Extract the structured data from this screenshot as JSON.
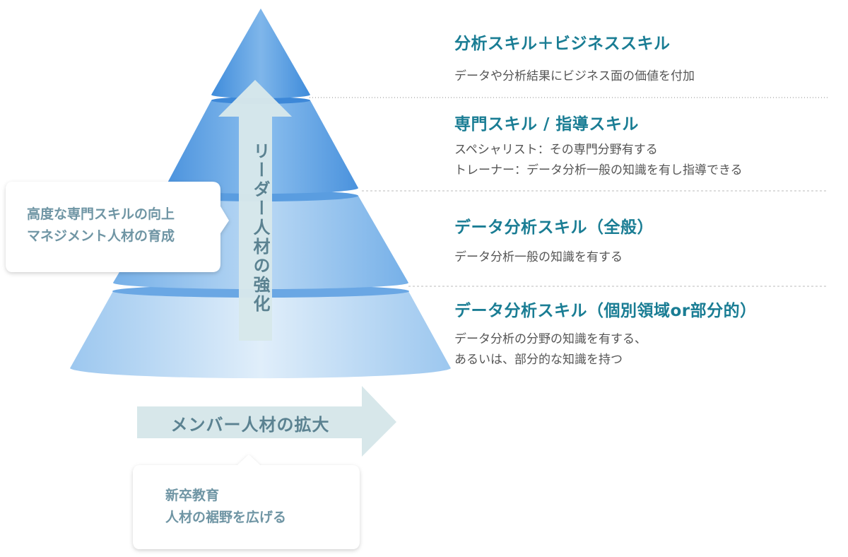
{
  "levels": [
    {
      "title": "分析スキル＋ビジネススキル",
      "desc": [
        "データや分析結果にビジネス面の価値を付加"
      ]
    },
    {
      "title": "専門スキル / 指導スキル",
      "desc": [
        "スペシャリスト：その専門分野有する",
        "トレーナー：データ分析一般の知識を有し指導できる"
      ]
    },
    {
      "title": "データ分析スキル（全般）",
      "desc": [
        "データ分析一般の知識を有する"
      ]
    },
    {
      "title": "データ分析スキル（個別領域or部分的）",
      "desc": [
        "データ分析の分野の知識を有する、",
        "あるいは、部分的な知識を持つ"
      ]
    }
  ],
  "arrows": {
    "vertical_label": "リーダー人材の強化",
    "horizontal_label": "メンバー人材の拡大"
  },
  "callouts": {
    "leader": [
      "高度な専門スキルの向上",
      "マネジメント人材の育成"
    ],
    "member": [
      "新卒教育",
      "人材の裾野を広げる"
    ]
  },
  "colors": {
    "title": "#1a7d94",
    "arrow": "#d7e7ea",
    "tier_dark": "#4a90dc",
    "tier_light": "#d8e9f8"
  }
}
